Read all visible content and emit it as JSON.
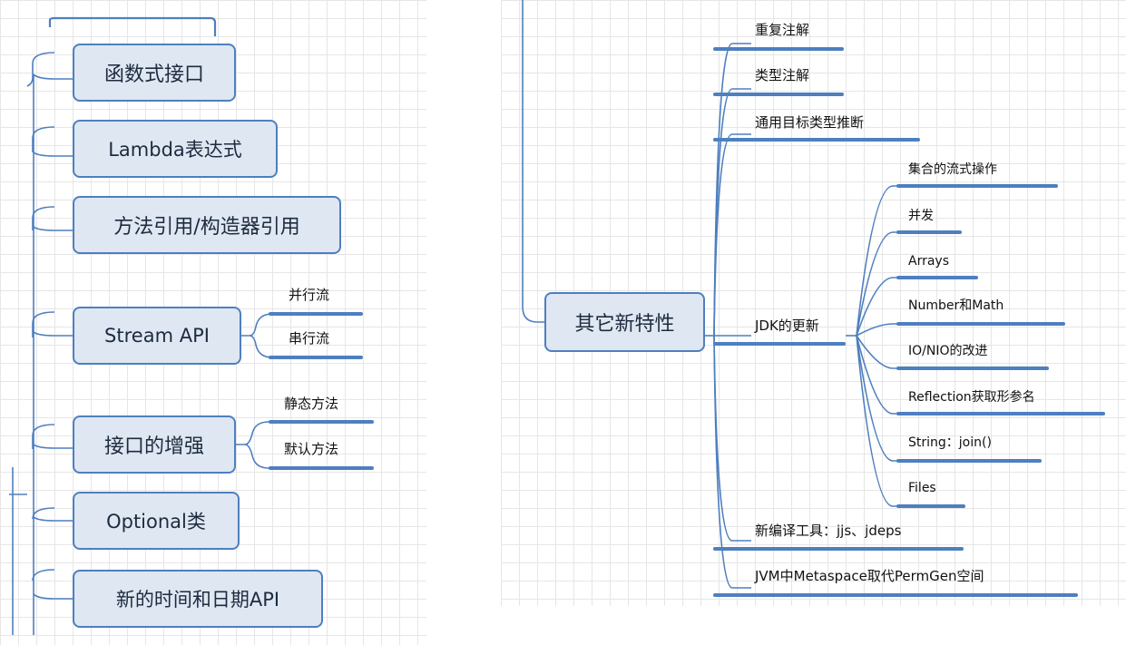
{
  "left_map": {
    "branches": [
      {
        "label": "函数式接口"
      },
      {
        "label": "Lambda表达式"
      },
      {
        "label": "方法引用/构造器引用"
      },
      {
        "label": "Stream API",
        "children": [
          "并行流",
          "串行流"
        ]
      },
      {
        "label": "接口的增强",
        "children": [
          "静态方法",
          "默认方法"
        ]
      },
      {
        "label": "Optional类"
      },
      {
        "label": "新的时间和日期API"
      }
    ]
  },
  "right_map": {
    "root": "其它新特性",
    "children": [
      "重复注解",
      "类型注解",
      "通用目标类型推断",
      "JDK的更新",
      "新编译工具：jjs、jdeps",
      "JVM中Metaspace取代PermGen空间"
    ],
    "jdk_updates": [
      "集合的流式操作",
      "并发",
      "Arrays",
      "Number和Math",
      "IO/NIO的改进",
      "Reflection获取形参名",
      "String：join()",
      "Files"
    ]
  },
  "colors": {
    "node_fill": "#dfe7f2",
    "node_border": "#4e7fbf",
    "connector": "#4e7fbf",
    "grid": "#e6e6e6"
  }
}
